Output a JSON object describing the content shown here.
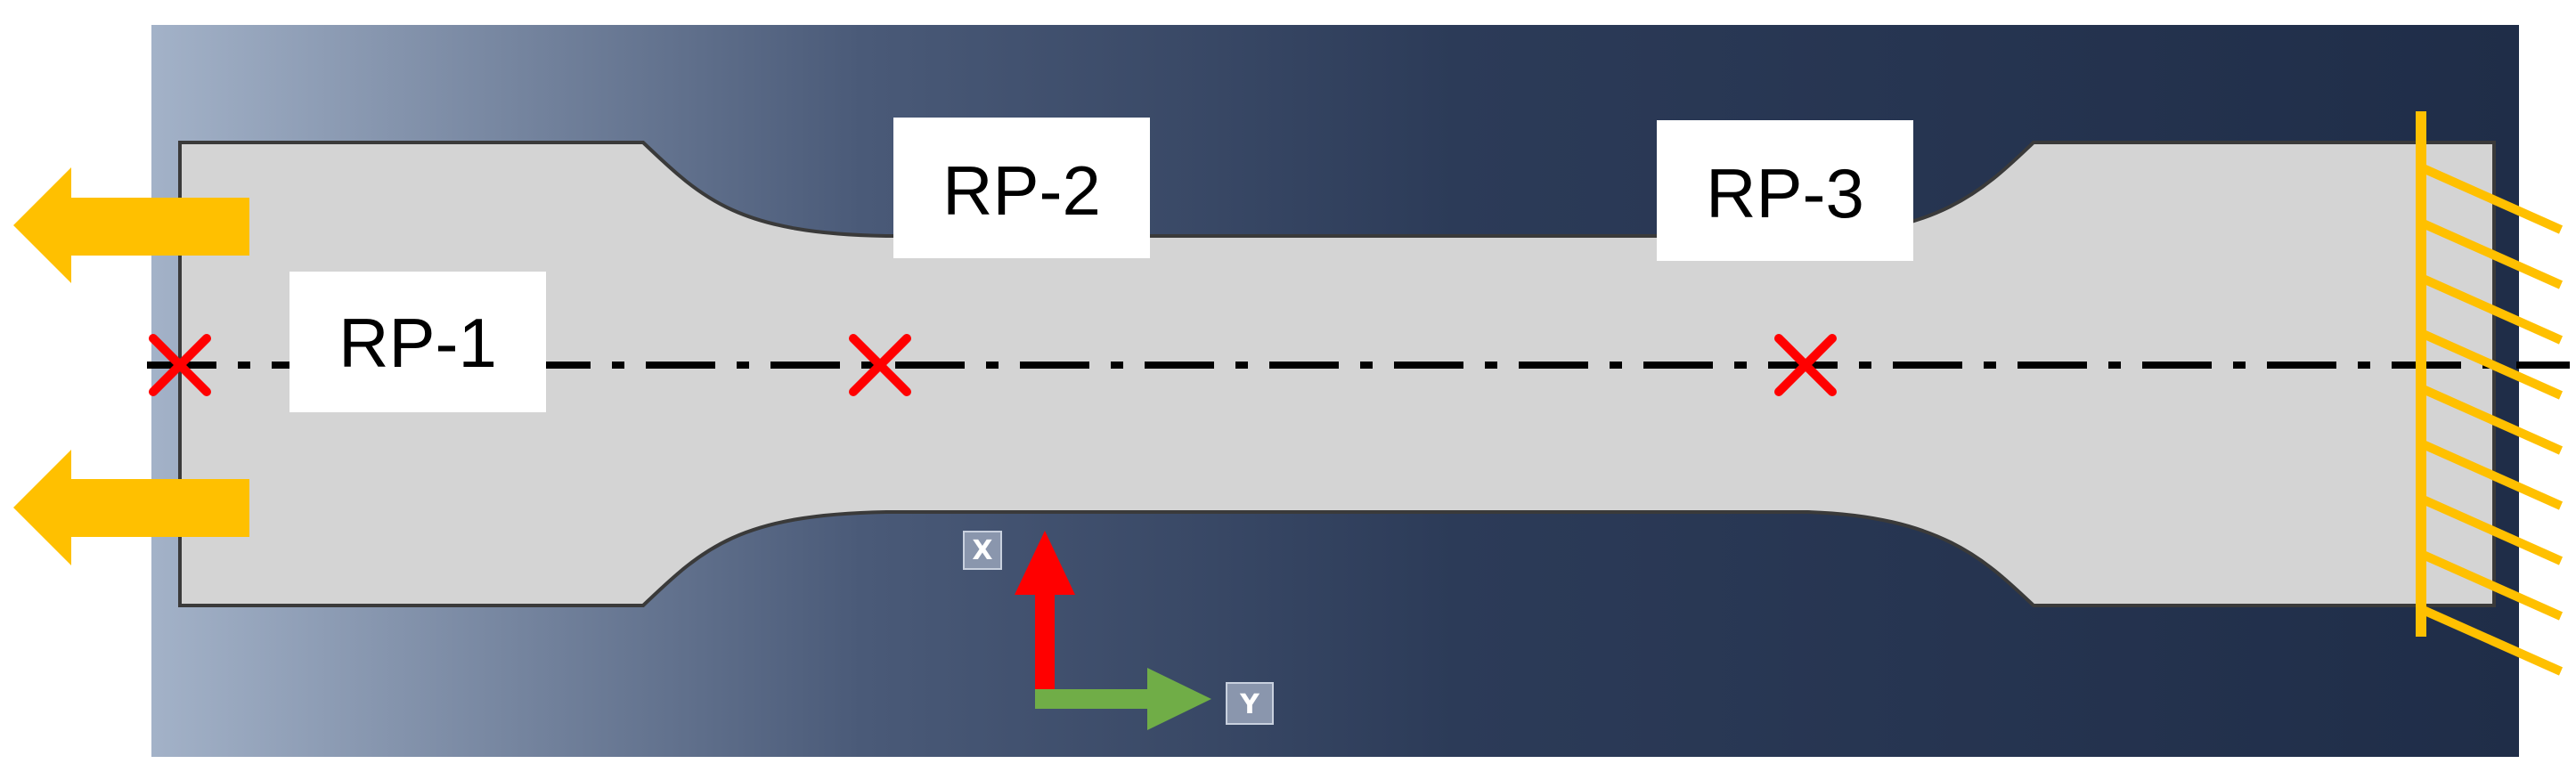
{
  "diagram": {
    "reference_points": [
      {
        "id": "rp1",
        "label": "RP-1"
      },
      {
        "id": "rp2",
        "label": "RP-2"
      },
      {
        "id": "rp3",
        "label": "RP-3"
      }
    ],
    "axes": {
      "x_label": "X",
      "y_label": "Y"
    },
    "colors": {
      "background_left": "#a3b2c8",
      "background_mid": "#4a5a78",
      "background_right": "#1f2d48",
      "specimen_fill": "#d4d4d4",
      "specimen_edge": "#3a3a3a",
      "load_arrow": "#ffc000",
      "support_hatch": "#ffc000",
      "rp_marker": "#ff0000",
      "x_axis_arrow": "#ff0000",
      "y_axis_arrow": "#70ad47",
      "axis_label_box": "#8a96ad"
    }
  }
}
